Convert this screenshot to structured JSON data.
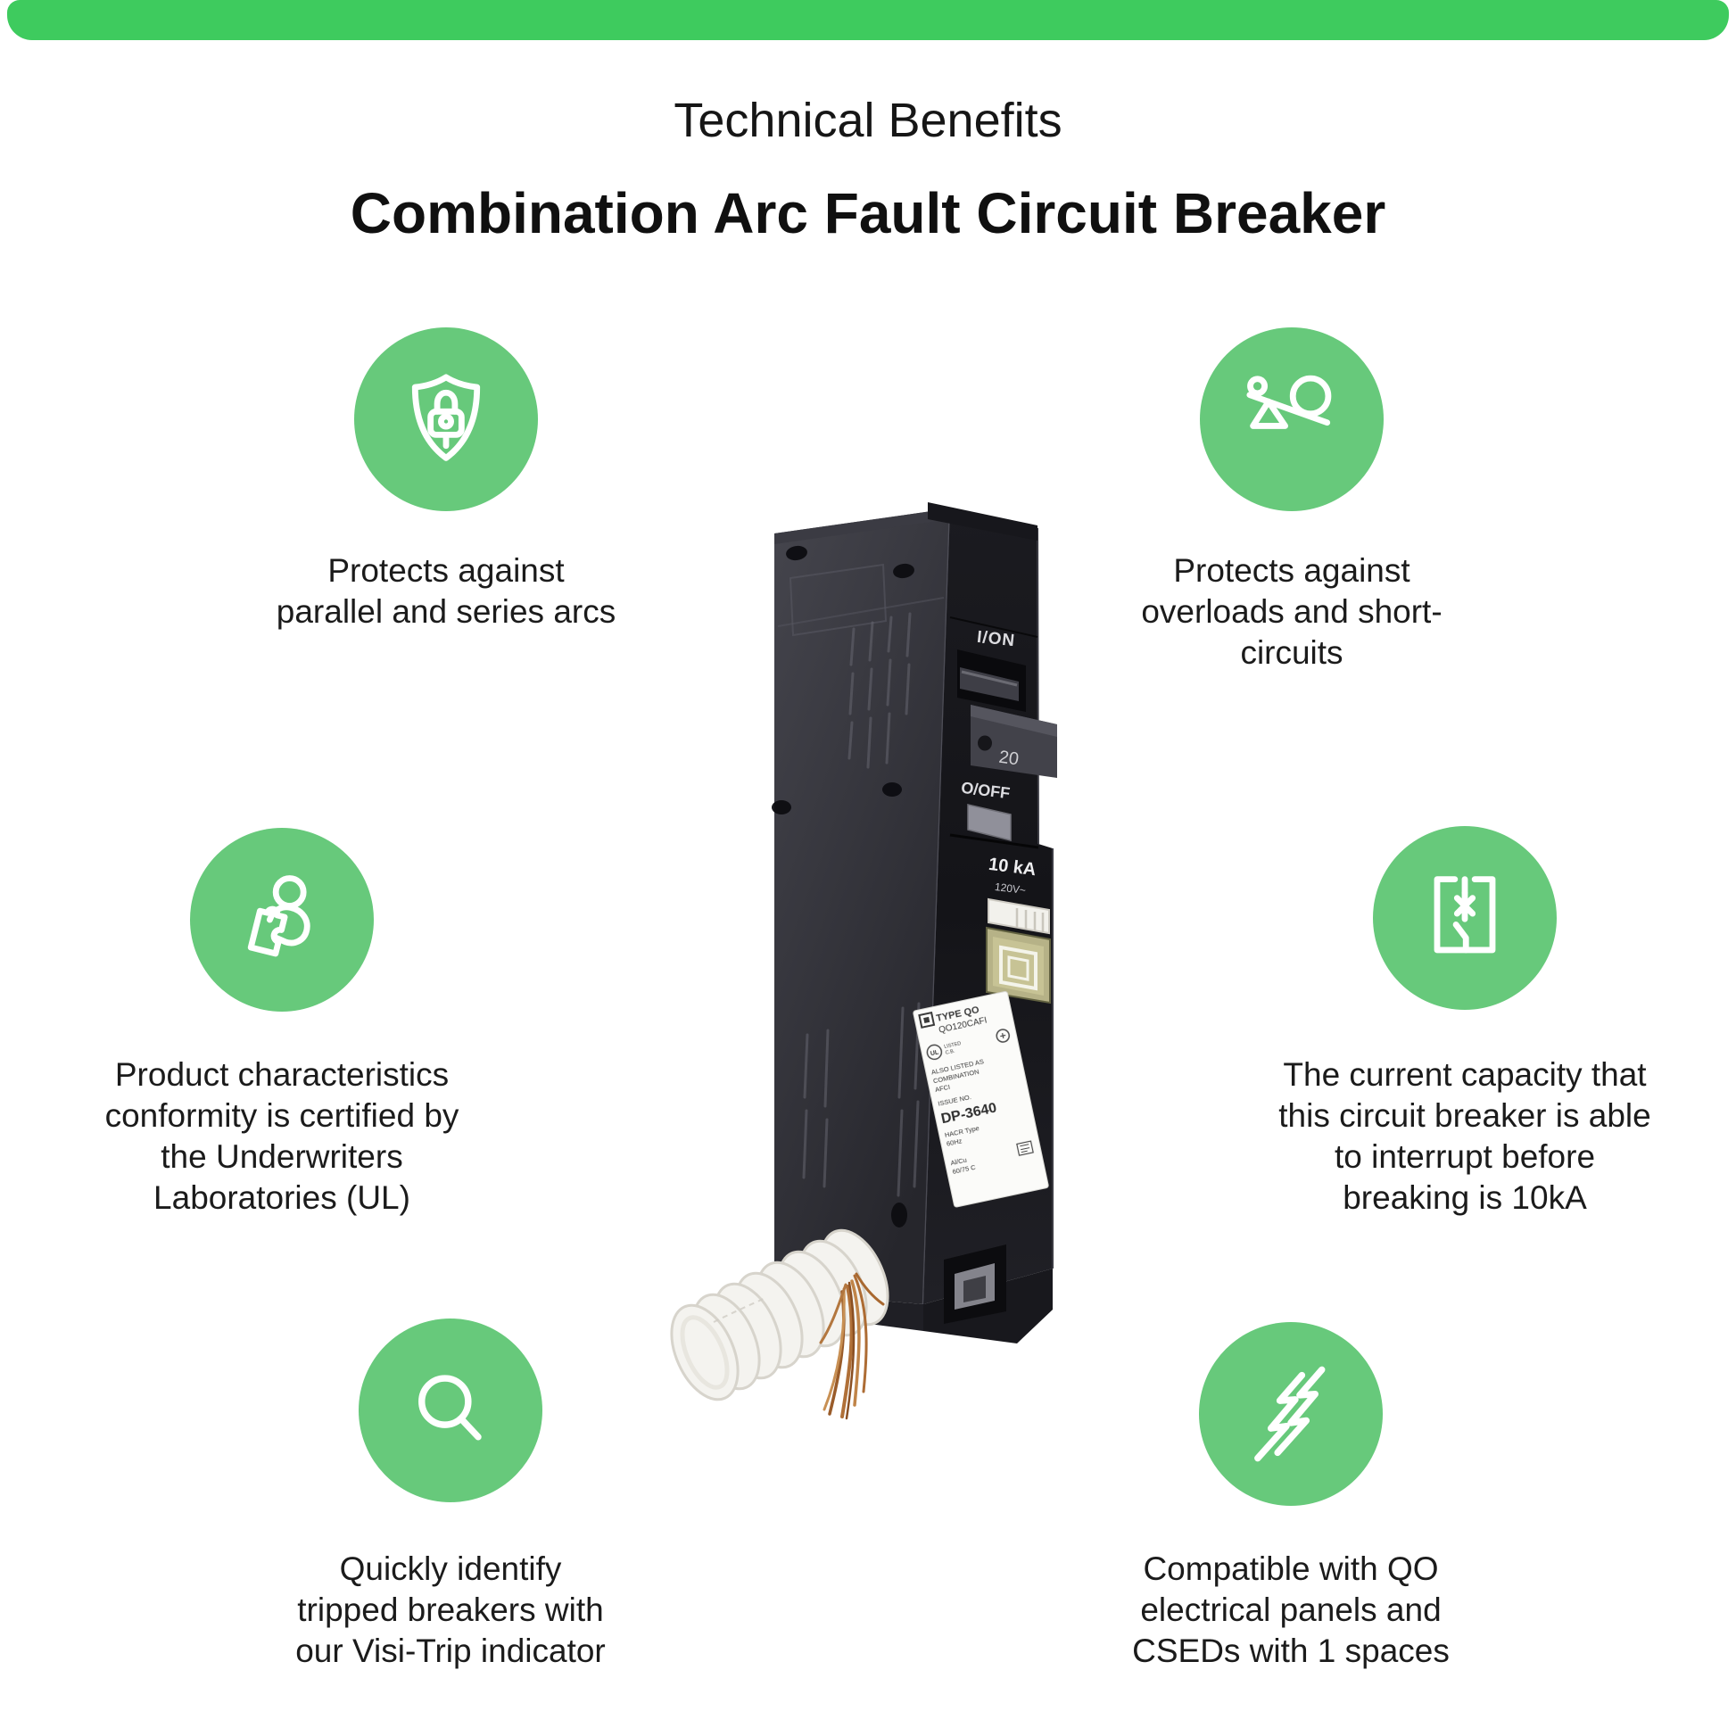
{
  "theme": {
    "accent-bar": "#3ecb5e",
    "circle": "#67c97b",
    "text": "#1b1b1b"
  },
  "header": {
    "title": "Technical Benefits",
    "subtitle": "Combination Arc Fault Circuit Breaker"
  },
  "features": [
    {
      "id": "arc-protection",
      "icon": "shield-lock-icon",
      "text": "Protects against\nparallel and series arcs"
    },
    {
      "id": "overload-protection",
      "icon": "overload-scale-icon",
      "text": "Protects against\noverloads and short-\ncircuits"
    },
    {
      "id": "ul-certified",
      "icon": "person-certificate-icon",
      "text": "Product characteristics\nconformity is certified by\nthe Underwriters\nLaboratories (UL)"
    },
    {
      "id": "interrupt-capacity",
      "icon": "breaker-symbol-icon",
      "text": "The current capacity that\nthis circuit breaker is able\nto interrupt before\nbreaking is 10kA"
    },
    {
      "id": "visi-trip",
      "icon": "magnifier-icon",
      "text": "Quickly identify\ntripped breakers with\nour Visi-Trip indicator"
    },
    {
      "id": "qo-compatible",
      "icon": "lightning-icon",
      "text": "Compatible with QO\nelectrical panels and\nCSEDs with 1 spaces"
    }
  ],
  "product": {
    "description": "Single-pole combination arc fault circuit breaker with coiled white pigtail wire",
    "markings": {
      "on_label": "I/ON",
      "amp_rating": "20",
      "off_label": "O/OFF",
      "interrupt_rating": "10 kA",
      "voltage": "120V~",
      "type_line1": "TYPE QO",
      "type_line2": "QO120CAFI",
      "ul_mark": "UL",
      "listed_line1": "LISTED",
      "listed_line2": "C.B.",
      "also_listed_1": "ALSO LISTED AS",
      "also_listed_2": "COMBINATION",
      "also_listed_3": "AFCI",
      "issue_label": "ISSUE NO.",
      "issue_no": "DP-3640",
      "hacr": "HACR Type",
      "freq": "60Hz",
      "wire": "Al/Cu",
      "temp": "60/75 C"
    }
  }
}
